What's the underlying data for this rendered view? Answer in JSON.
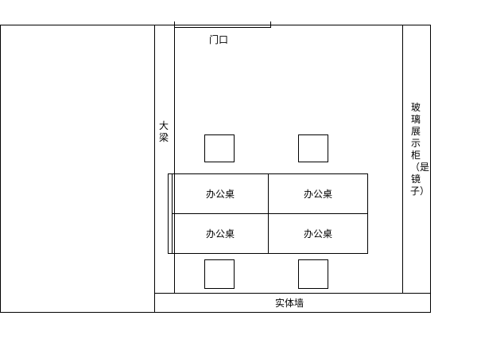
{
  "labels": {
    "door": "门口",
    "beam": "大梁",
    "glass_cabinet": "玻璃展示柜（是镜子）",
    "solid_wall": "实体墙"
  },
  "desks": [
    {
      "label": "办公桌"
    },
    {
      "label": "办公桌"
    },
    {
      "label": "办公桌"
    },
    {
      "label": "办公桌"
    }
  ]
}
